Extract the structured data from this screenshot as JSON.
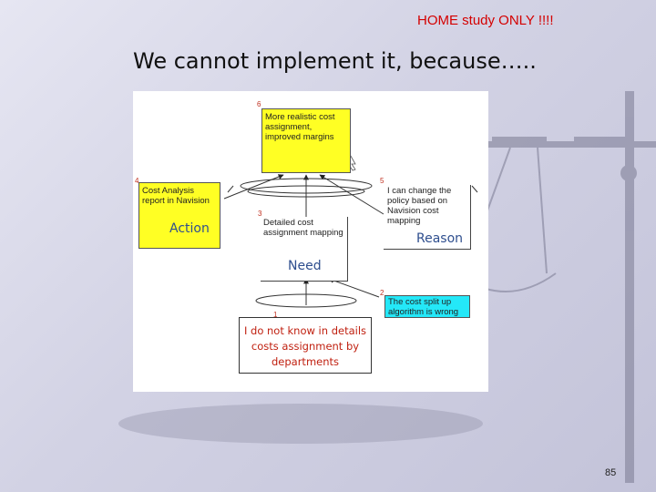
{
  "slide": {
    "header_note": "HOME study ONLY !!!!",
    "title": "We cannot implement it, because…..",
    "page_number": "85"
  },
  "diagram": {
    "nodes": [
      {
        "num": "6",
        "text": "More realistic cost assignment, improved margins"
      },
      {
        "num": "4",
        "text": "Cost Analysis report in Navision",
        "label": "Action"
      },
      {
        "num": "5",
        "text": "I can change the policy based on Navision cost mapping",
        "label": "Reason"
      },
      {
        "num": "3",
        "text": "Detailed cost assignment mapping",
        "label": "Need"
      },
      {
        "num": "2",
        "text": "The cost split up algorithm is wrong"
      },
      {
        "num": "1",
        "text": "I do not know in details costs assignment by departments"
      }
    ]
  }
}
